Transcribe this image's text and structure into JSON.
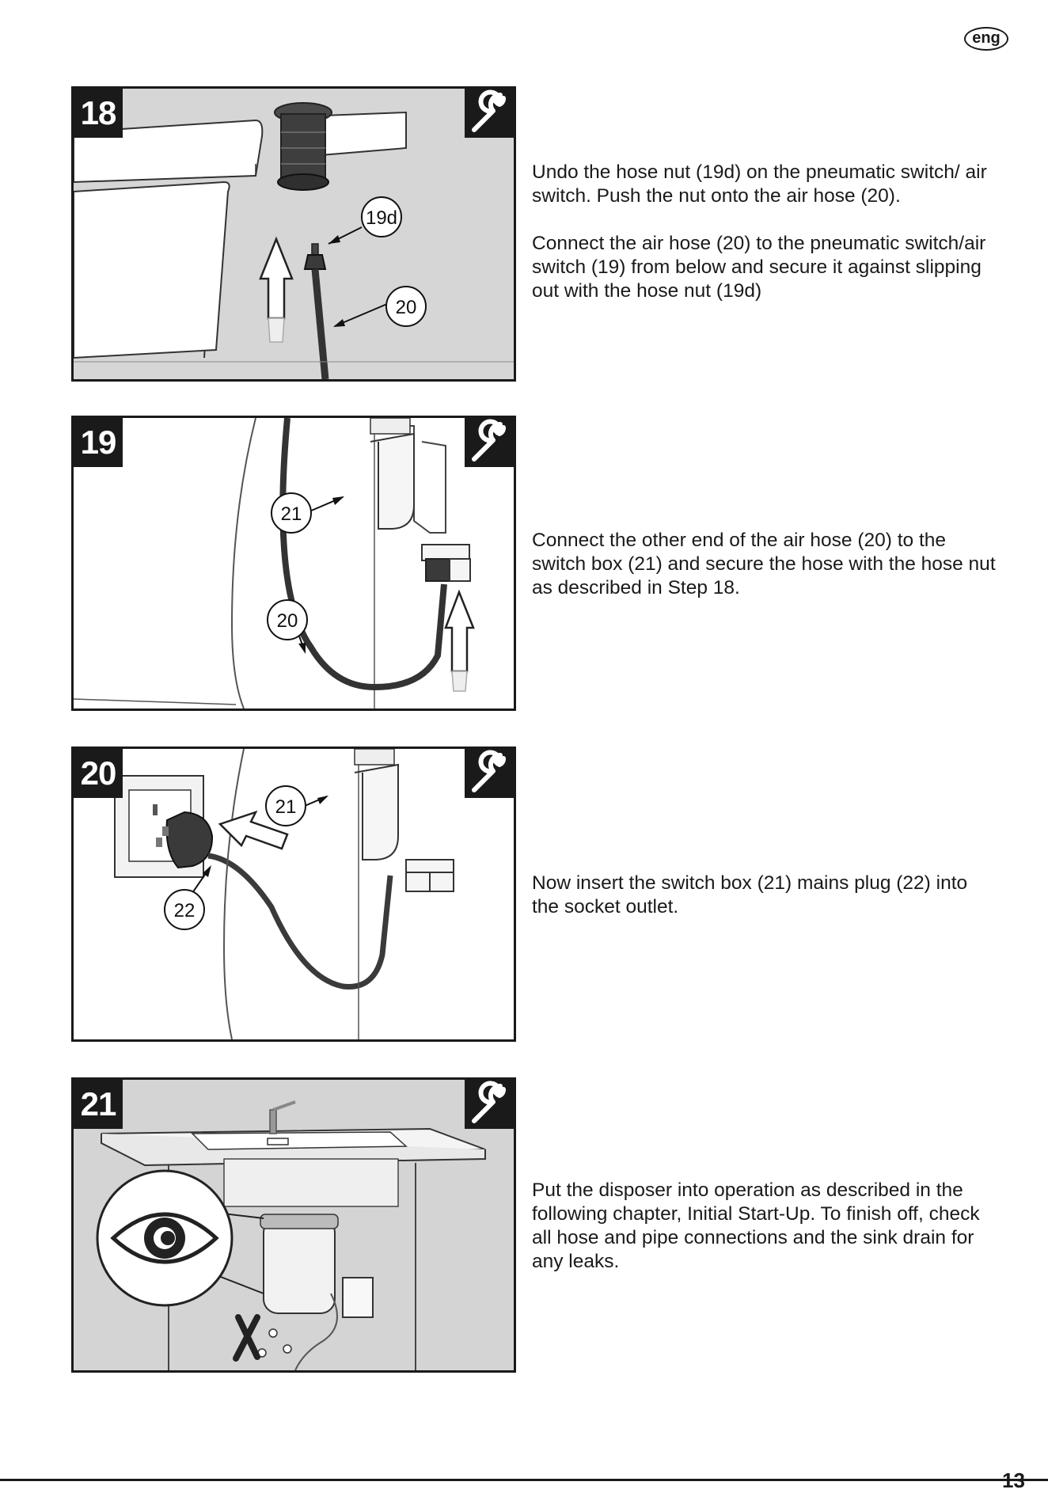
{
  "language_badge": "eng",
  "page_number": "13",
  "steps": [
    {
      "number": "18",
      "callouts": [
        "19d",
        "20"
      ],
      "paragraphs": [
        "Undo the hose nut (19d) on the pneumatic switch/ air switch. Push the nut onto the air hose (20).",
        "Connect the air hose (20) to the pneumatic switch/air switch (19) from below and secure it against slipping out with the hose nut (19d)"
      ]
    },
    {
      "number": "19",
      "callouts": [
        "21",
        "20"
      ],
      "paragraphs": [
        "Connect the other end of the air hose (20) to the switch box (21) and secure the hose with the hose nut as described in Step 18."
      ]
    },
    {
      "number": "20",
      "callouts": [
        "21",
        "22"
      ],
      "paragraphs": [
        "Now insert the switch box (21) mains plug (22) into the socket outlet."
      ]
    },
    {
      "number": "21",
      "callouts": [],
      "paragraphs": [
        "Put the disposer into operation as described in the following chapter, Initial Start-Up. To finish off, check all hose and pipe connections and the sink drain for any leaks."
      ]
    }
  ],
  "icons": {
    "step_type": "wrench-icon",
    "inspect": "eye-icon",
    "no_leak": "cross-mark-icon"
  }
}
